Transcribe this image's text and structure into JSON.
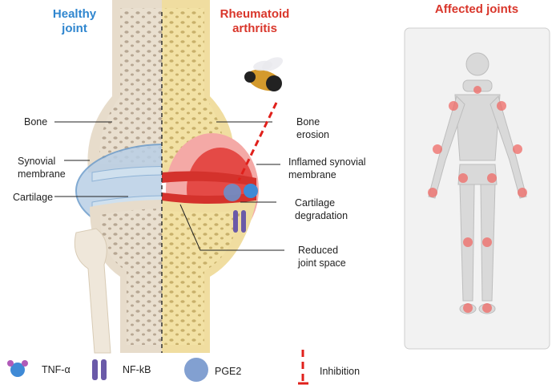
{
  "titles": {
    "healthy": "Healthy\njoint",
    "ra": "Rheumatoid\narthritis",
    "affected": "Affected joints"
  },
  "labels": {
    "bone": "Bone",
    "synovial": "Synovial\nmembrane",
    "cartilage": "Cartilage",
    "bone_erosion": "Bone\nerosion",
    "inflamed": "Inflamed synovial\nmembrane",
    "cartilage_deg": "Cartilage\ndegradation",
    "reduced": "Reduced\njoint space"
  },
  "legend": {
    "tnf": "TNF-α",
    "nfkb": "NF-kB",
    "pge2": "PGE2",
    "inhibition": "Inhibition"
  },
  "colors": {
    "healthy_title": "#2f86cf",
    "ra_title": "#d9362b",
    "bone_healthy": "#e7dccb",
    "bone_ra": "#f0dda0",
    "inflammation": "#e03a35",
    "synovial": "#b9cfe6",
    "bee_icon": "bee-icon"
  }
}
